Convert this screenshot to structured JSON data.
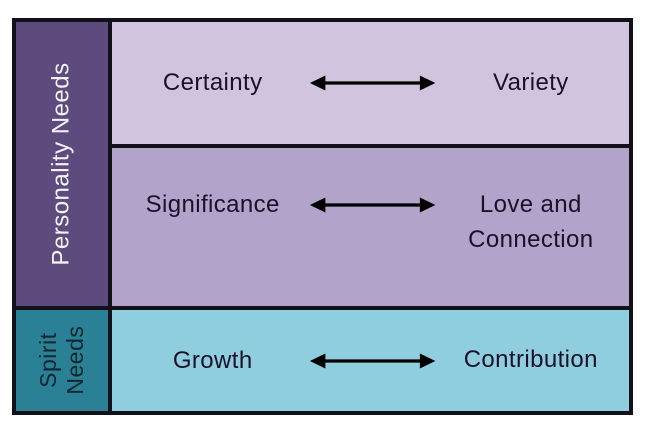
{
  "title": "Needs matrix diagram",
  "colors": {
    "ink": "#121019",
    "page_bg": "#ffffff",
    "personality_bg": "#5e4b7e",
    "personality_text": "#f5f1f9",
    "spirit_bg": "#2a8094",
    "spirit_text": "#102630",
    "row_certainty_bg": "#d0c4de",
    "row_significance_bg": "#b2a3cb",
    "row_growth_bg": "#8fcedf",
    "cell_text": "#1a1128",
    "arrow": "#000000"
  },
  "groups": [
    {
      "label": "Personality Needs"
    },
    {
      "label": "Spirit Needs"
    }
  ],
  "rows": [
    {
      "group": "Personality Needs",
      "left": "Certainty",
      "right": "Variety"
    },
    {
      "group": "Personality Needs",
      "left": "Significance",
      "right": "Love and Connection"
    },
    {
      "group": "Spirit Needs",
      "left": "Growth",
      "right": "Contribution"
    }
  ],
  "icons": {
    "double_arrow": "left-right-double-arrow"
  }
}
